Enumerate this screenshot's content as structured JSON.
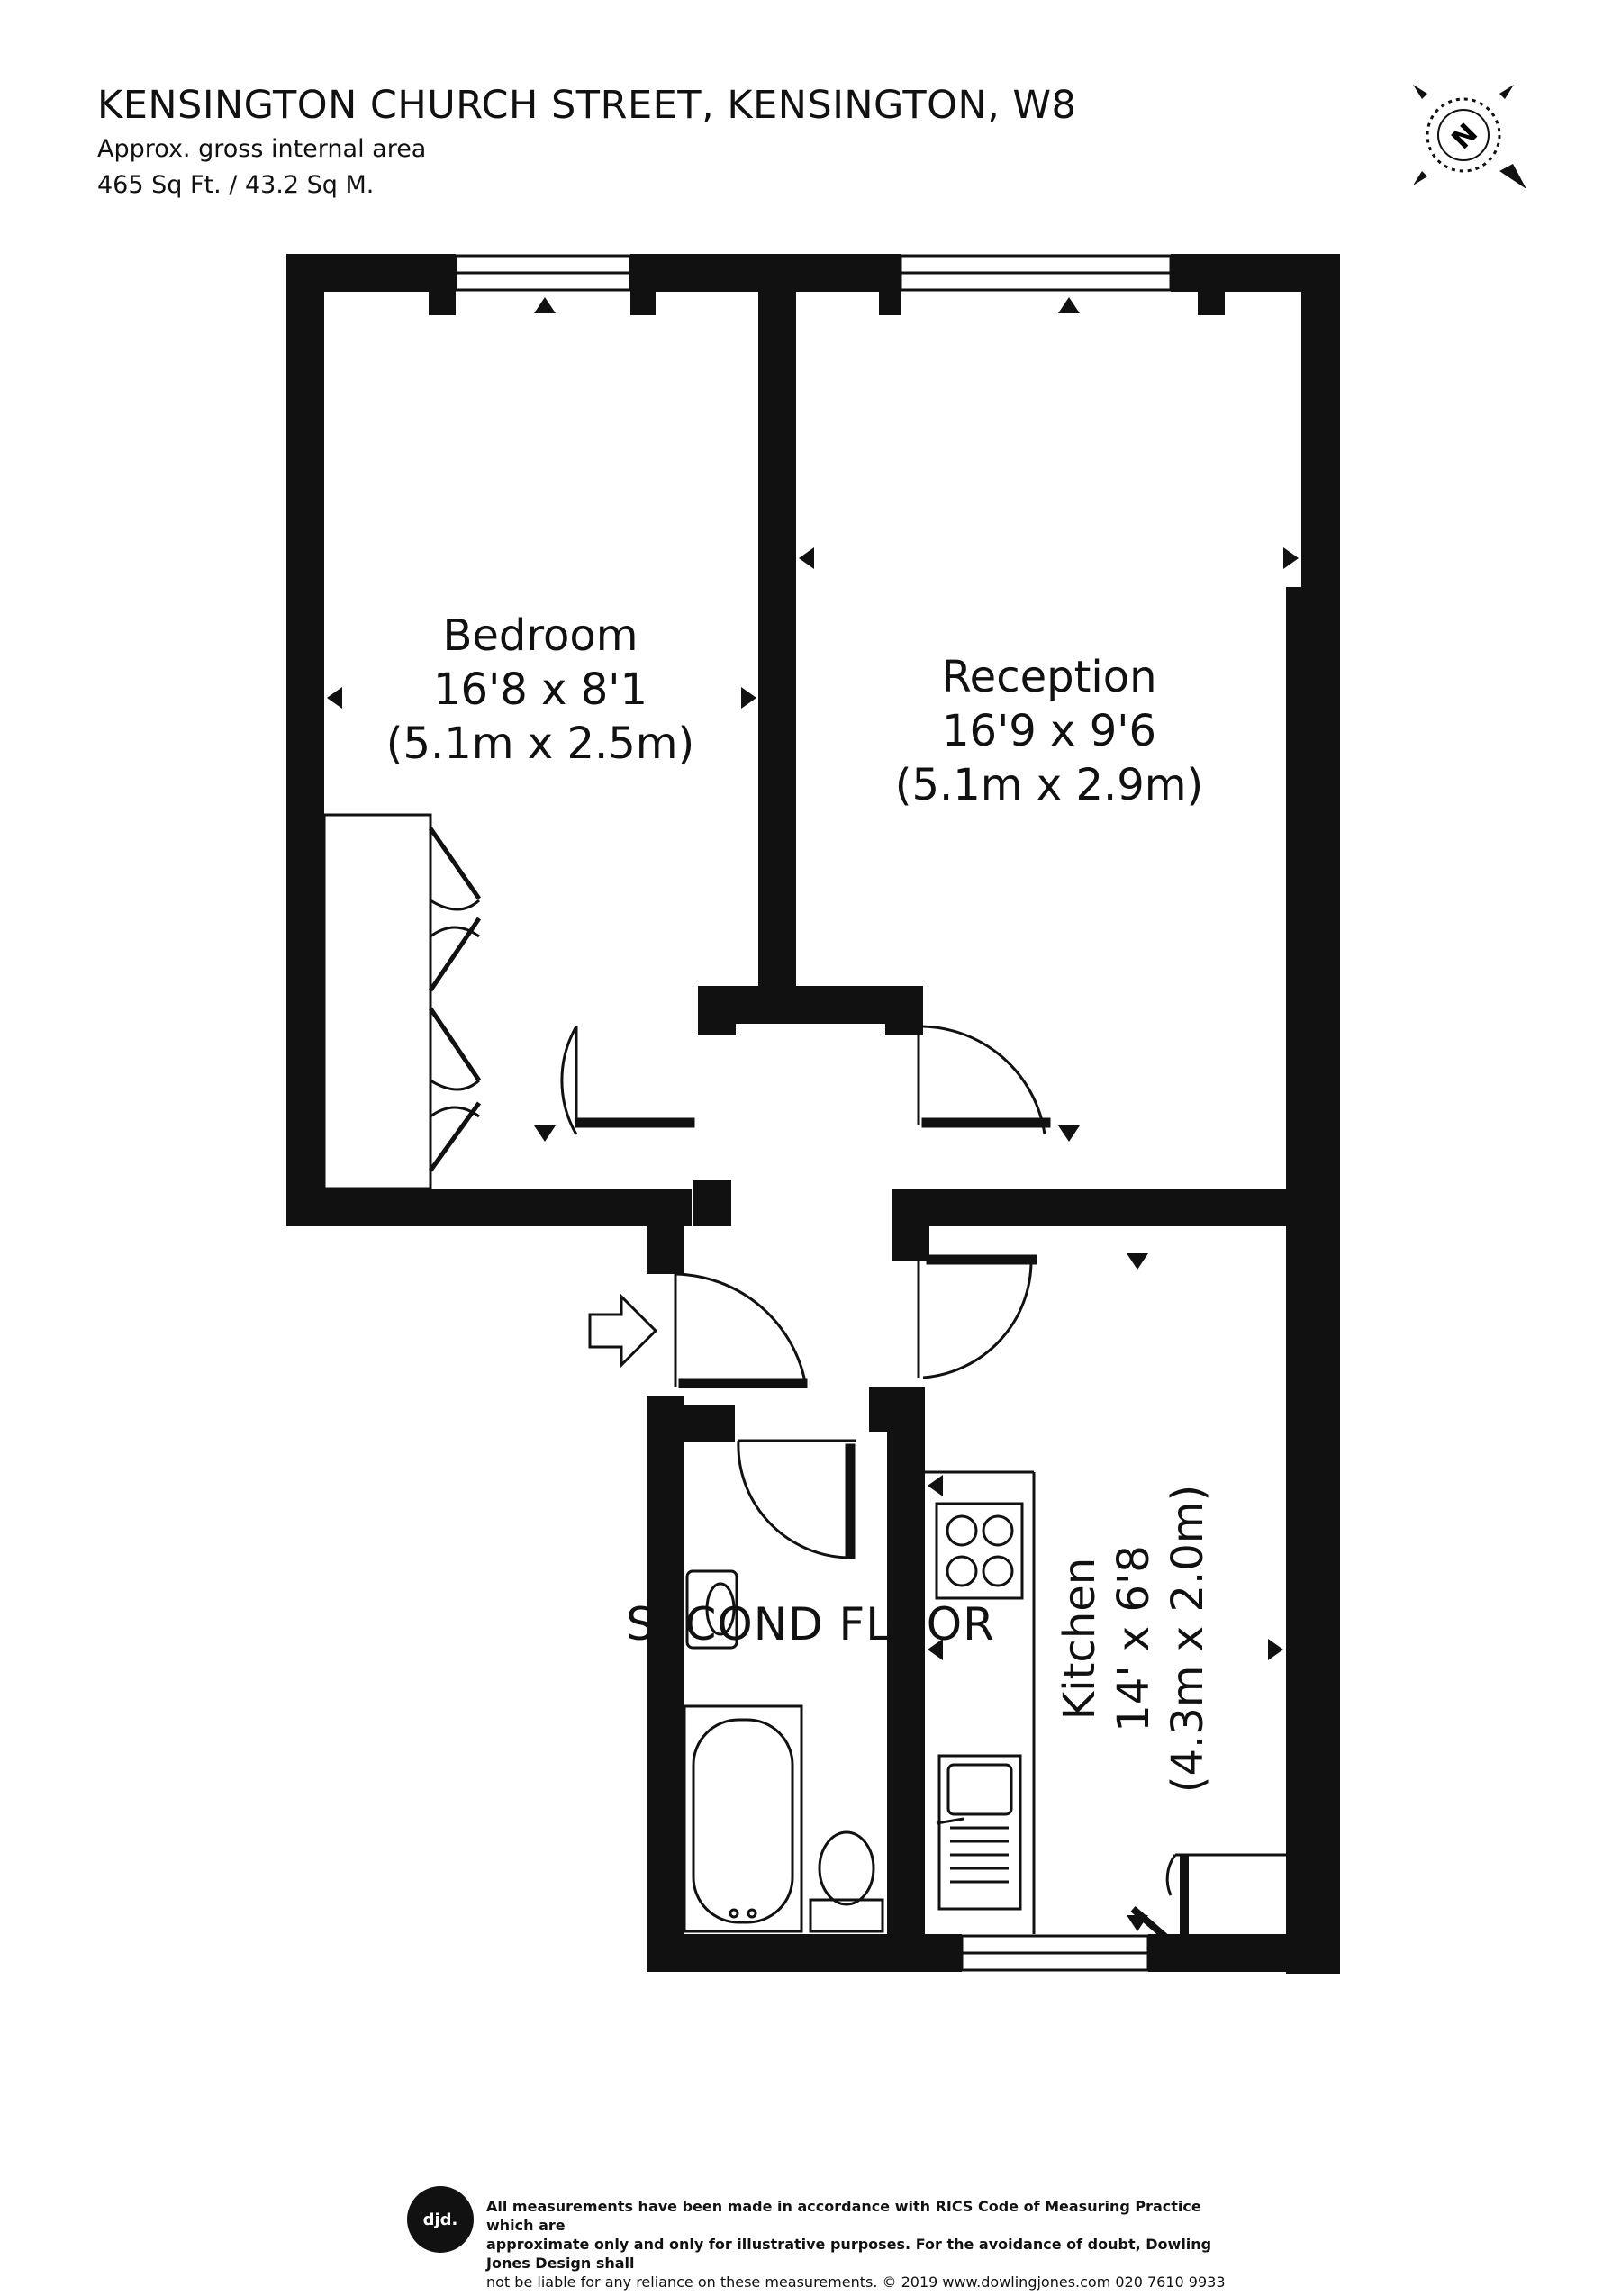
{
  "header": {
    "title": "KENSINGTON CHURCH STREET, KENSINGTON, W8",
    "area_label": "Approx. gross internal area",
    "area_value": "465 Sq Ft. / 43.2 Sq M."
  },
  "rooms": {
    "bedroom": {
      "name": "Bedroom",
      "imperial": "16'8 x 8'1",
      "metric": "(5.1m x 2.5m)"
    },
    "reception": {
      "name": "Reception",
      "imperial": "16'9 x 9'6",
      "metric": "(5.1m x 2.9m)"
    },
    "kitchen": {
      "name": "Kitchen",
      "imperial": "14' x 6'8",
      "metric": "(4.3m x 2.0m)"
    }
  },
  "floor_label": "SECOND FLOOR",
  "compass": {
    "label": "N"
  },
  "logo": {
    "text": "djd."
  },
  "disclaimer": {
    "line1": "All measurements have been made in accordance with RICS Code of Measuring Practice which are",
    "line2": "approximate only and only for illustrative purposes. For the avoidance of doubt, Dowling Jones Design shall",
    "line3": "not be liable for any reliance on these measurements. © 2019 www.dowlingjones.com 020 7610 9933"
  },
  "colors": {
    "wall": "#111111",
    "background": "#ffffff"
  }
}
